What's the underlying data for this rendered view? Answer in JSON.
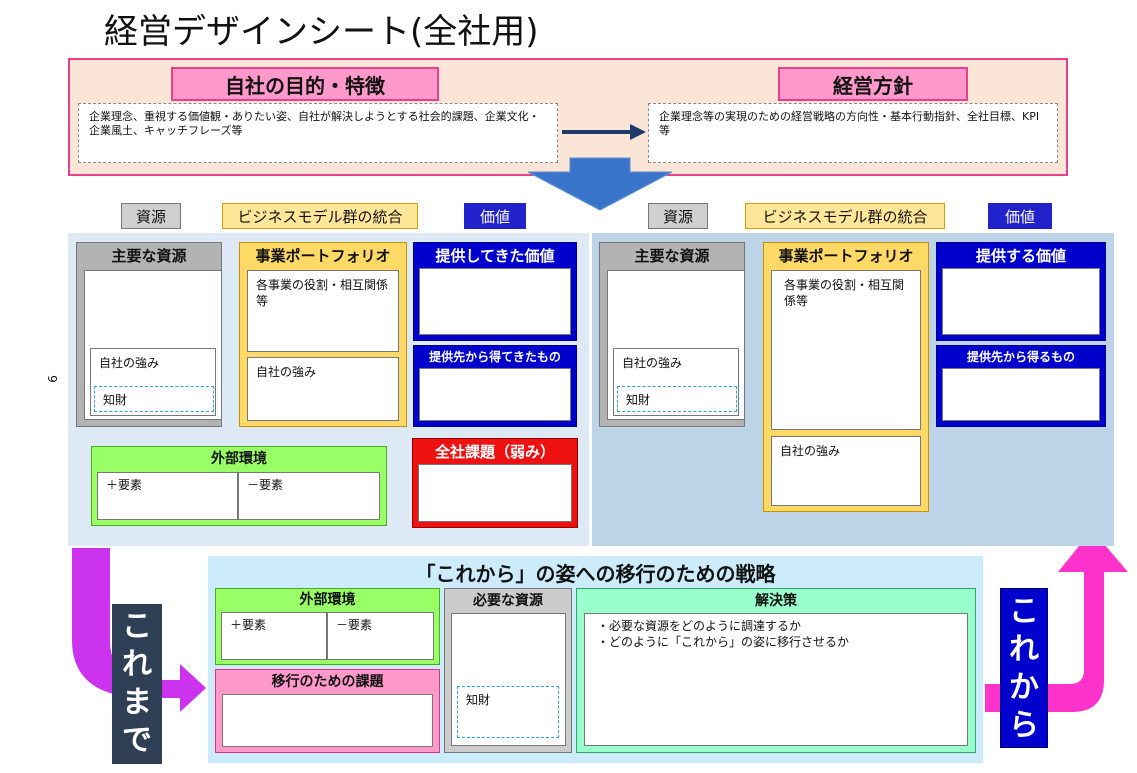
{
  "title": "経営デザインシート(全社用)",
  "page_number": "9",
  "top": {
    "left_header": "自社の目的・特徴",
    "left_text": "企業理念、重視する価値観・ありたい姿、自社が解決しようとする社会的課題、企業文化・企業風土、キャッチフレーズ等",
    "right_header": "経営方針",
    "right_text": "企業理念等の実現のための経営戦略の方向性・基本行動指針、全社目標、KPI等"
  },
  "labels": {
    "resources": "資源",
    "business_model": "ビジネスモデル群の統合",
    "value": "価値"
  },
  "past": {
    "resources_head": "主要な資源",
    "strength": "自社の強み",
    "chizai": "知財",
    "portfolio_head": "事業ポートフォリオ",
    "portfolio_text": "各事業の役割・相互関係等",
    "portfolio_strength": "自社の強み",
    "value_head": "提供してきた価値",
    "gained_head": "提供先から得てきたもの",
    "env_head": "外部環境",
    "plus": "＋要素",
    "minus": "－要素",
    "issues_head": "全社課題（弱み）"
  },
  "future": {
    "resources_head": "主要な資源",
    "strength": "自社の強み",
    "chizai": "知財",
    "portfolio_head": "事業ポートフォリオ",
    "portfolio_text": "各事業の役割・相互関係等",
    "portfolio_strength": "自社の強み",
    "value_head": "提供する価値",
    "gained_head": "提供先から得るもの"
  },
  "strategy": {
    "title": "「これから」の姿への移行のための戦略",
    "env_head": "外部環境",
    "plus": "＋要素",
    "minus": "－要素",
    "issues_head": "移行のための課題",
    "needed_head": "必要な資源",
    "chizai": "知財",
    "solution_head": "解決策",
    "solution_items": [
      "・必要な資源をどのように調達するか",
      "・どのように「これから」の姿に移行させるか"
    ]
  },
  "korema_de": [
    "こ",
    "れ",
    "ま",
    "で"
  ],
  "korekara": [
    "こ",
    "れ",
    "か",
    "ら"
  ],
  "colors": {
    "pink": "#ff99cc",
    "magenta": "#ee22ee",
    "blue": "#0000cc",
    "navy": "#2f3f55",
    "arrow_blue": "#3a74c8"
  }
}
